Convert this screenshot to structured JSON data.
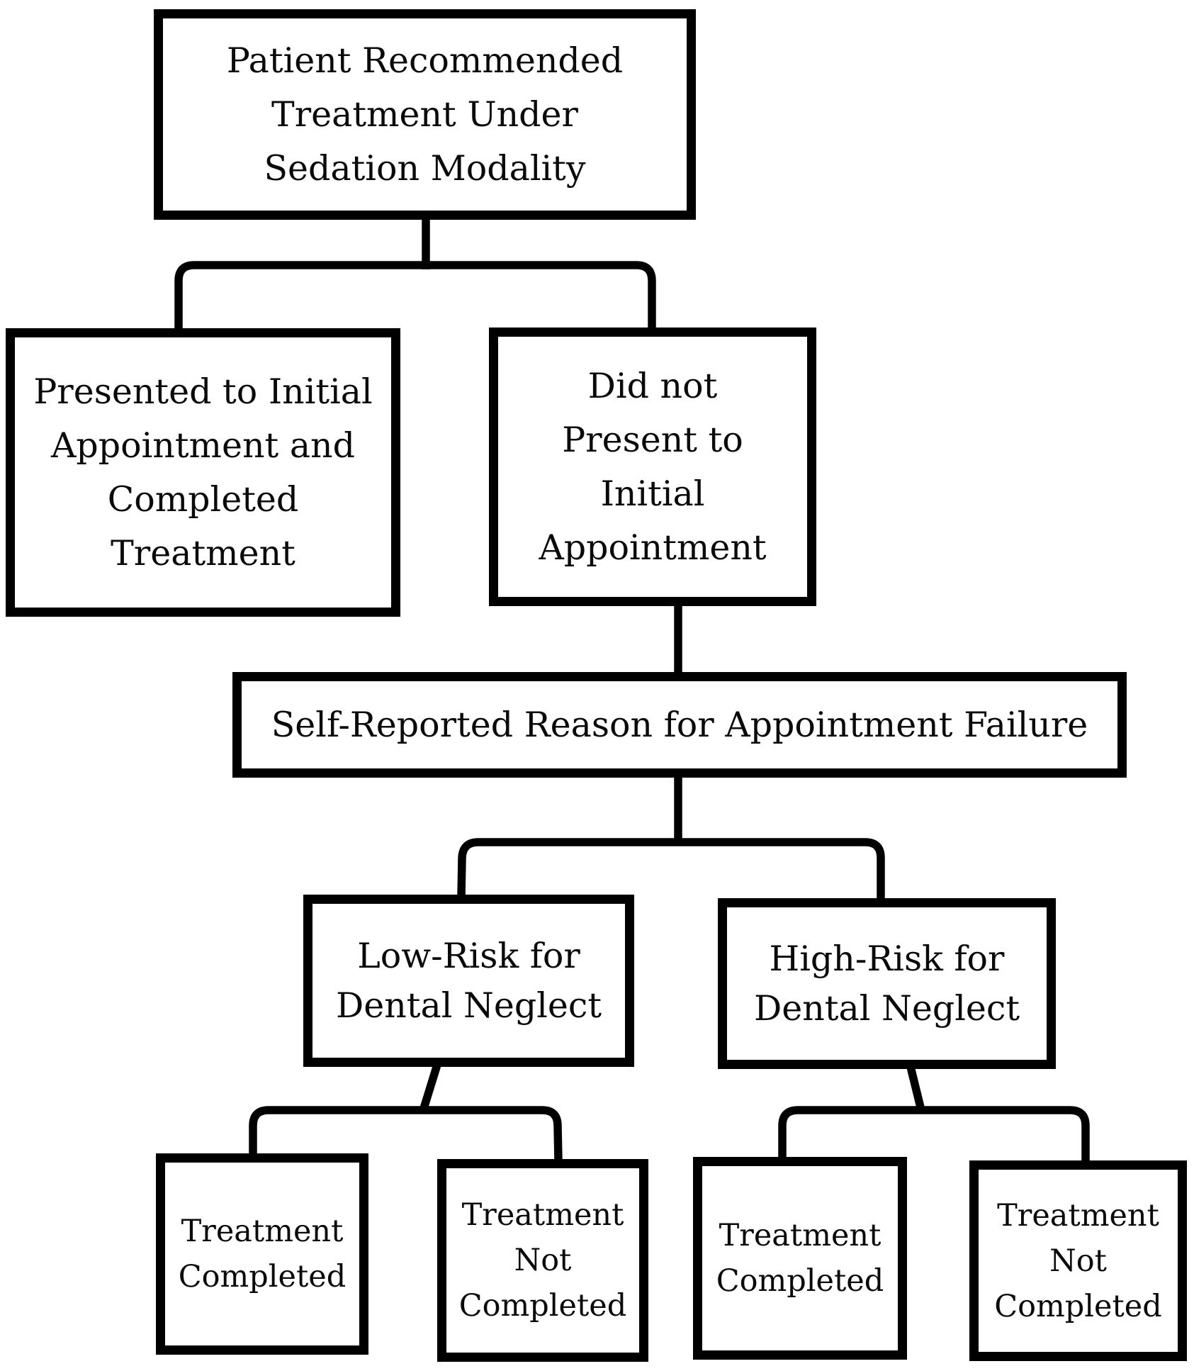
{
  "figure": {
    "type": "flowchart",
    "background_color": "#ffffff",
    "box_border_color": "#000000",
    "connector_color": "#000000",
    "text_color": "#0a0a0a"
  },
  "flowchart": {
    "nodes": {
      "root": {
        "id": "root",
        "label": "Patient Recommended\nTreatment Under\nSedation Modality"
      },
      "presented": {
        "id": "presented",
        "label": "Presented to Initial\nAppointment and\nCompleted\nTreatment"
      },
      "did_not_present": {
        "id": "did_not_present",
        "label": "Did not\nPresent to\nInitial\nAppointment"
      },
      "reason": {
        "id": "reason",
        "label": "Self-Reported Reason for Appointment Failure"
      },
      "low_risk": {
        "id": "low_risk",
        "label": "Low-Risk for\nDental Neglect"
      },
      "high_risk": {
        "id": "high_risk",
        "label": "High-Risk for\nDental Neglect"
      },
      "low_completed": {
        "id": "low_completed",
        "label": "Treatment\nCompleted"
      },
      "low_not_completed": {
        "id": "low_not_completed",
        "label": "Treatment\nNot\nCompleted"
      },
      "high_completed": {
        "id": "high_completed",
        "label": "Treatment\nCompleted"
      },
      "high_not_completed": {
        "id": "high_not_completed",
        "label": "Treatment\nNot\nCompleted"
      }
    },
    "edges": [
      {
        "from": "root",
        "to": "presented"
      },
      {
        "from": "root",
        "to": "did_not_present"
      },
      {
        "from": "did_not_present",
        "to": "reason"
      },
      {
        "from": "reason",
        "to": "low_risk"
      },
      {
        "from": "reason",
        "to": "high_risk"
      },
      {
        "from": "low_risk",
        "to": "low_completed"
      },
      {
        "from": "low_risk",
        "to": "low_not_completed"
      },
      {
        "from": "high_risk",
        "to": "high_completed"
      },
      {
        "from": "high_risk",
        "to": "high_not_completed"
      }
    ]
  }
}
